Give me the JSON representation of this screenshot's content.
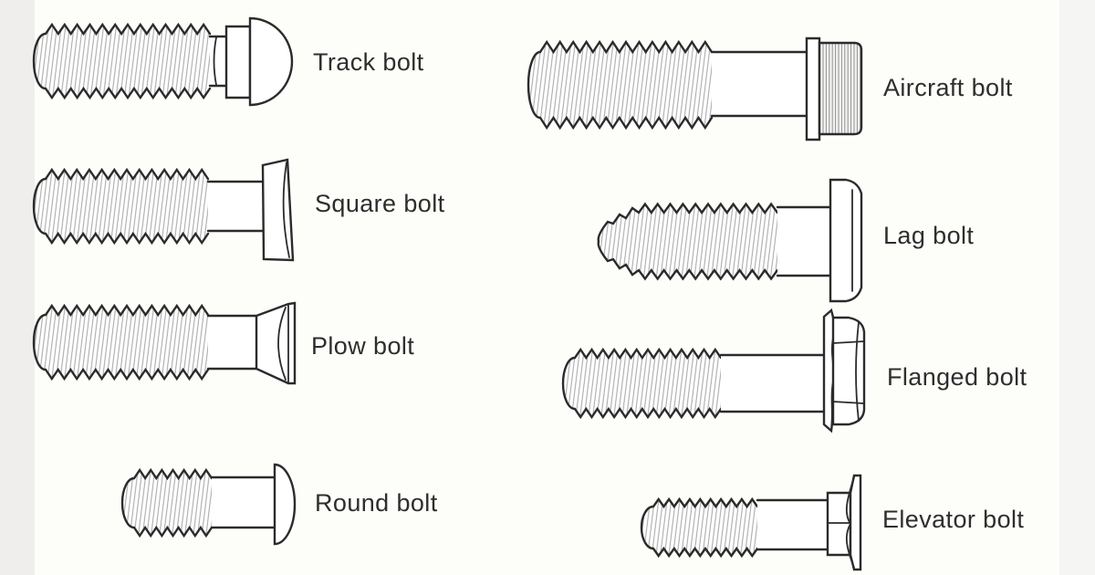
{
  "diagram": {
    "left_column": [
      {
        "id": "track-bolt",
        "label": "Track bolt",
        "illustration": "track-bolt-side-view-icon"
      },
      {
        "id": "square-bolt",
        "label": "Square bolt",
        "illustration": "square-bolt-side-view-icon"
      },
      {
        "id": "plow-bolt",
        "label": "Plow bolt",
        "illustration": "plow-bolt-side-view-icon"
      },
      {
        "id": "round-bolt",
        "label": "Round bolt",
        "illustration": "round-bolt-side-view-icon"
      }
    ],
    "right_column": [
      {
        "id": "aircraft-bolt",
        "label": "Aircraft bolt",
        "illustration": "aircraft-bolt-side-view-icon"
      },
      {
        "id": "lag-bolt",
        "label": "Lag bolt",
        "illustration": "lag-bolt-side-view-icon"
      },
      {
        "id": "flanged-bolt",
        "label": "Flanged bolt",
        "illustration": "flanged-bolt-side-view-icon"
      },
      {
        "id": "elevator-bolt",
        "label": "Elevator bolt",
        "illustration": "elevator-bolt-side-view-icon"
      }
    ]
  },
  "colors": {
    "background": "#fdfdfa",
    "left_gutter": "#efeeed",
    "right_gutter": "#f5f5f4",
    "line_art": "#2b2b2b",
    "label_text": "#2e2e2e",
    "thread_hatch": "#a3a3a3",
    "knurl_lines": "#8f8f8f"
  }
}
